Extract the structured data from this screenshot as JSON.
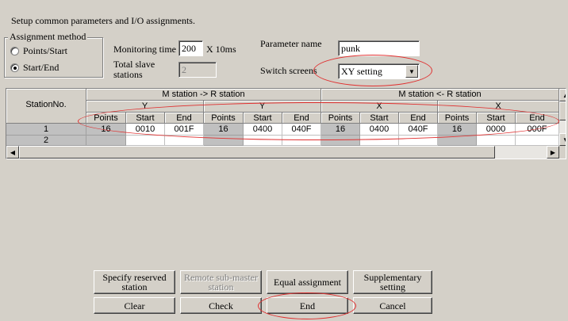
{
  "instruction": "Setup common parameters and I/O assignments.",
  "assignment": {
    "title": "Assignment method",
    "options": [
      {
        "label": "Points/Start",
        "selected": false
      },
      {
        "label": "Start/End",
        "selected": true
      }
    ]
  },
  "monitoring": {
    "label": "Monitoring time",
    "value": "200",
    "unit": "X 10ms"
  },
  "slaves": {
    "label_line1": "Total slave",
    "label_line2": "stations",
    "value": "2"
  },
  "parameter": {
    "label": "Parameter name",
    "value": "punk"
  },
  "switch": {
    "label": "Switch screens",
    "value": "XY setting"
  },
  "table": {
    "station_header": "StationNo.",
    "group_m_to_r": "M station -> R station",
    "group_r_to_m": "M station <- R station",
    "sub_y1": "Y",
    "sub_y2": "Y",
    "sub_x1": "X",
    "sub_x2": "X",
    "col_points": "Points",
    "col_start": "Start",
    "col_end": "End",
    "rows": [
      {
        "station": "1",
        "cells": [
          "16",
          "0010",
          "001F",
          "16",
          "0400",
          "040F",
          "16",
          "0400",
          "040F",
          "16",
          "0000",
          "000F"
        ]
      },
      {
        "station": "2",
        "cells": [
          "",
          "",
          "",
          "",
          "",
          "",
          "",
          "",
          "",
          "",
          "",
          ""
        ]
      }
    ]
  },
  "buttons": {
    "reserved_l1": "Specify reserved",
    "reserved_l2": "station",
    "remote_l1": "Remote sub-master",
    "remote_l2": "station",
    "equal": "Equal assignment",
    "supp_l1": "Supplementary",
    "supp_l2": "setting",
    "clear": "Clear",
    "check": "Check",
    "end": "End",
    "cancel": "Cancel"
  },
  "colors": {
    "highlight": "#e03030",
    "window": "#d4d0c8"
  }
}
